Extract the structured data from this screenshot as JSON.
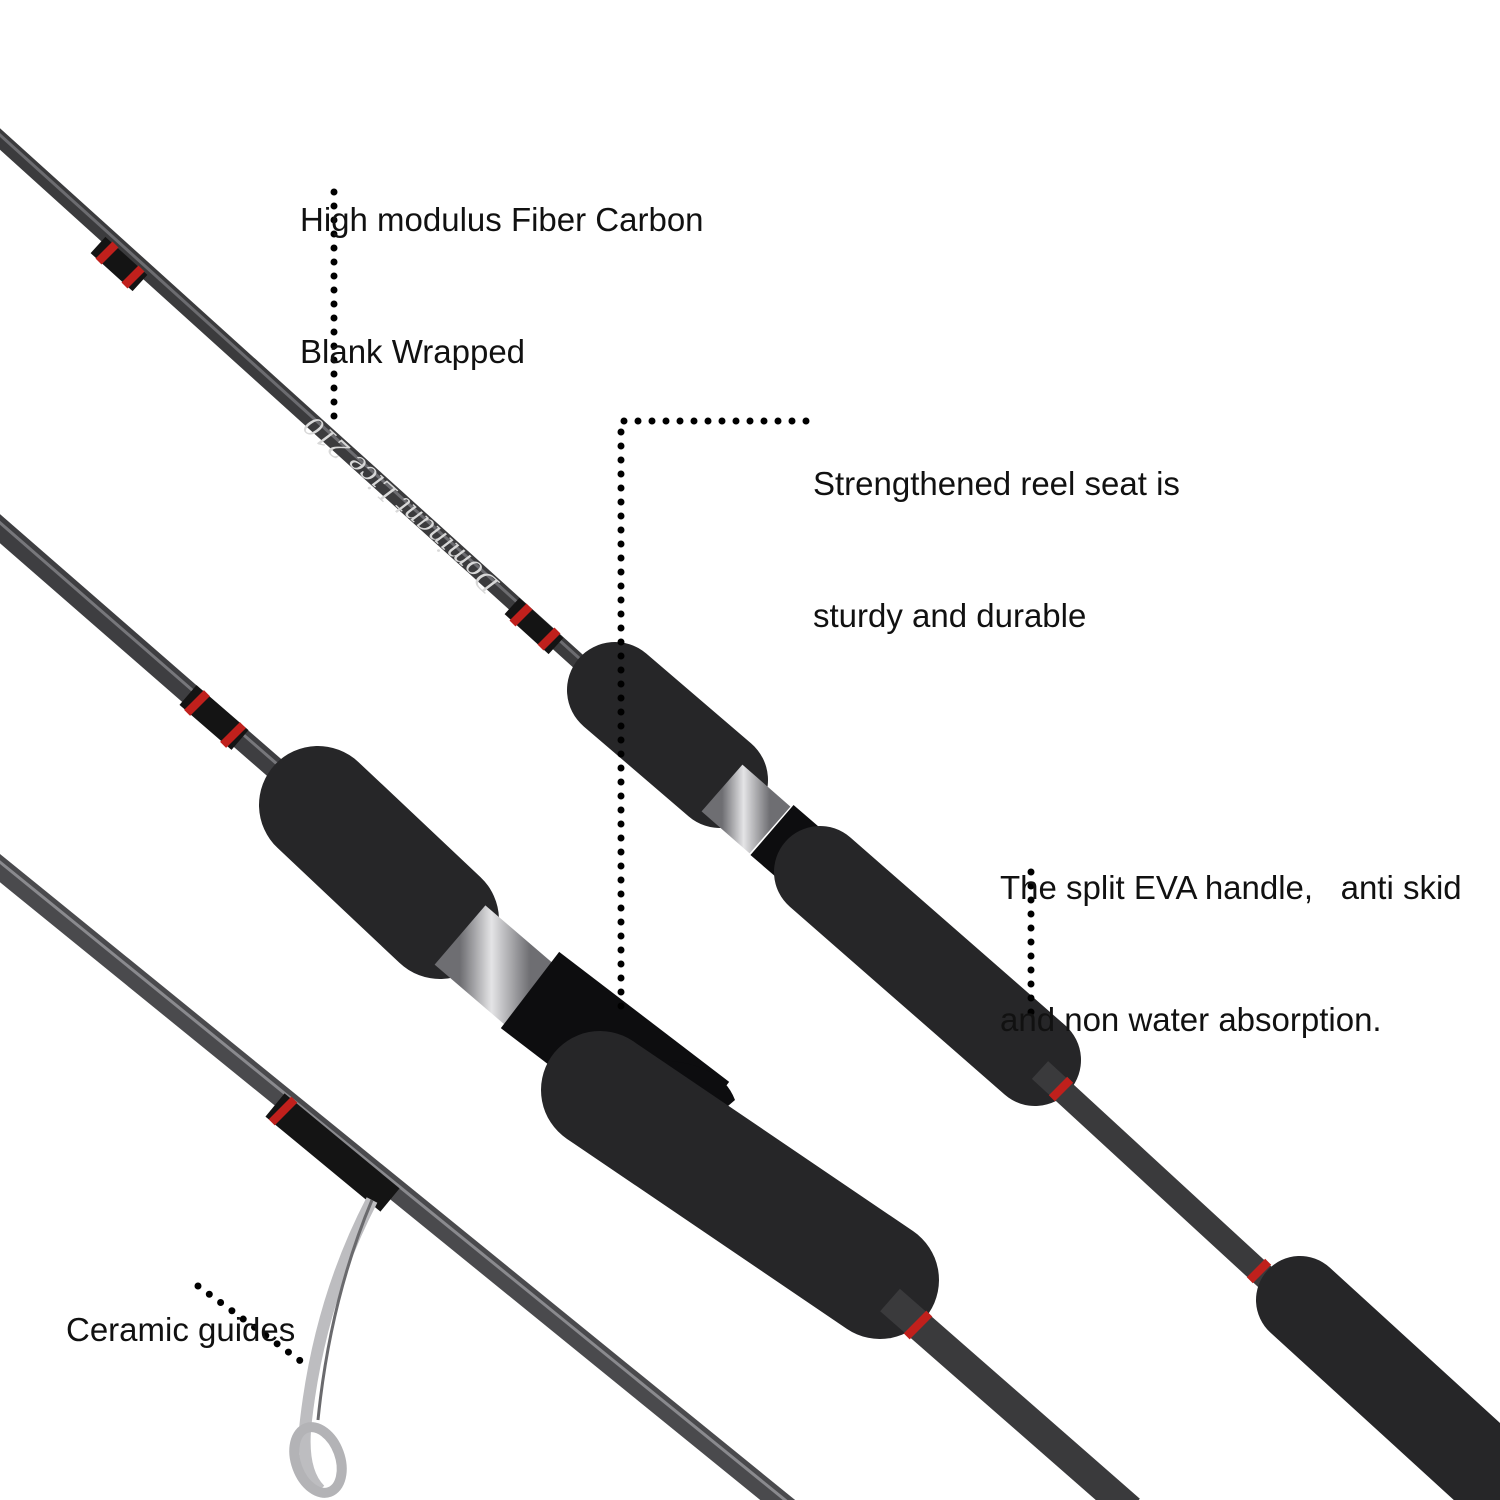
{
  "callouts": {
    "blank": {
      "line1": "High modulus Fiber Carbon",
      "line2": "Blank Wrapped"
    },
    "reel_seat": {
      "line1": "Strengthened reel seat is",
      "line2": "sturdy and durable"
    },
    "handle": {
      "line1": "The split EVA handle,   anti skid",
      "line2": "and non water absorption."
    },
    "guides": {
      "line1": "Ceramic guides"
    }
  },
  "rod_script": "Dominant Lice 210",
  "colors": {
    "background": "#ffffff",
    "carbon_blank": "#3b3b3d",
    "eva_foam": "#262628",
    "wrap_accent": "#c0201c",
    "metal_ring": "#b9b9bc",
    "text": "#111111"
  }
}
